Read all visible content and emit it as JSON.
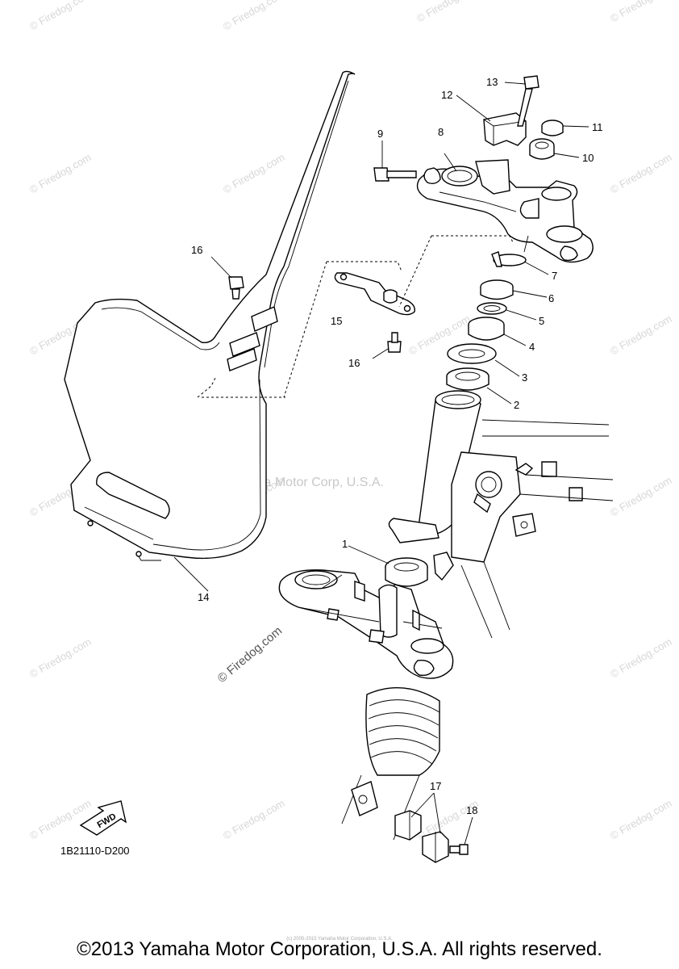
{
  "diagram": {
    "center_watermark": "Yamaha Motor Corp, U.S.A.",
    "site_watermark": "© Firedog.com",
    "fwd_label": "FWD",
    "diagram_code": "1B21110-D200",
    "callouts": {
      "c1": "1",
      "c2": "2",
      "c3": "3",
      "c4": "4",
      "c5": "5",
      "c6": "6",
      "c7": "7",
      "c8": "8",
      "c9": "9",
      "c10": "10",
      "c11": "11",
      "c12": "12",
      "c13": "13",
      "c14": "14",
      "c15": "15",
      "c16a": "16",
      "c16b": "16",
      "c17": "17",
      "c18": "18"
    }
  },
  "footer": {
    "copyright": "©2013 Yamaha Motor Corporation, U.S.A. All rights reserved.",
    "tiny_note": "(c) 2005-2015 Yamaha Motor Corporation, U.S.A."
  }
}
